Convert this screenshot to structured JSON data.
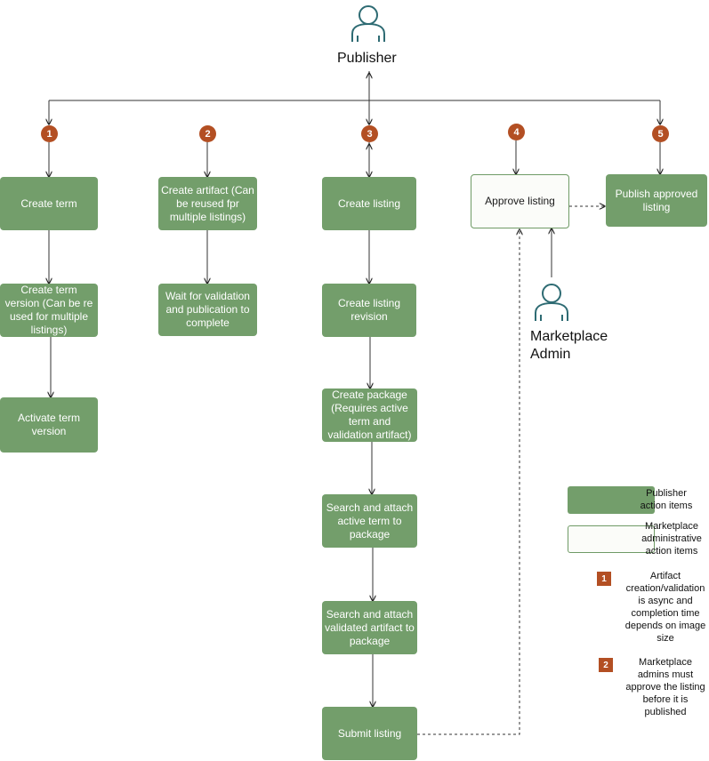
{
  "actors": {
    "publisher": "Publisher",
    "admin_line1": "Marketplace",
    "admin_line2": "Admin"
  },
  "steps": [
    "1",
    "2",
    "3",
    "4",
    "5"
  ],
  "boxes": {
    "create_term": "Create term",
    "create_term_version": "Create term version (Can be re used for multiple listings)",
    "activate_term_version": "Activate term version",
    "create_artifact": "Create artifact (Can be reused fpr multiple listings)",
    "wait_validation": "Wait for validation and publication to complete",
    "create_listing": "Create listing",
    "create_listing_revision": "Create listing revision",
    "create_package": "Create package (Requires active term and validation artifact)",
    "attach_term": "Search and attach active term to package",
    "attach_artifact": "Search and attach validated artifact to package",
    "submit_listing": "Submit listing",
    "approve_listing": "Approve listing",
    "publish_listing": "Publish approved listing"
  },
  "legend": {
    "publisher_items": "Publisher action items",
    "admin_items": "Marketplace administrative action items",
    "note1_num": "1",
    "note1": "Artifact creation/validation is async and completion time depends on image size",
    "note2_num": "2",
    "note2": "Marketplace admins must approve the listing before it is published"
  },
  "colors": {
    "publisher_box": "#739e6b",
    "admin_box_border": "#6f9b66",
    "badge": "#b34f23",
    "actor_icon": "#2e6b73"
  }
}
